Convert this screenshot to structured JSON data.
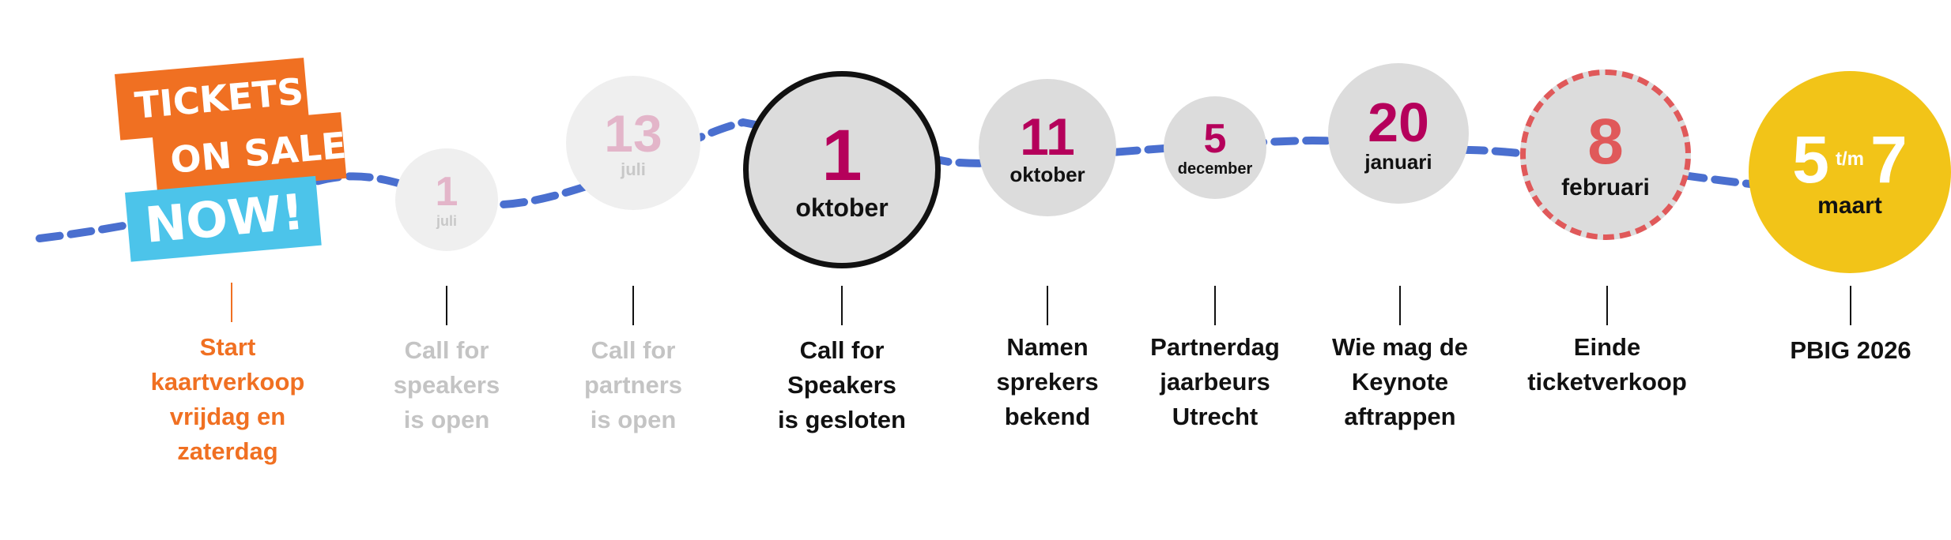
{
  "banner": {
    "line1": "TICKETS",
    "line2": "ON SALE",
    "line3": "NOW!"
  },
  "colors": {
    "path": "#4a6fcf",
    "orange": "#f07022",
    "magenta": "#b5005b",
    "faded_text": "#bdbdbd",
    "circle_grey": "#dcdcdc",
    "yellow": "#f2c418",
    "dashed_red": "#e0595a",
    "number_red": "#e0595a"
  },
  "milestones": [
    {
      "label_lines": [
        "Start",
        "kaartverkoop",
        "vrijdag en",
        "zaterdag"
      ]
    },
    {
      "number": "1",
      "month": "juli",
      "label_lines": [
        "Call for",
        "speakers",
        "is open"
      ]
    },
    {
      "number": "13",
      "month": "juli",
      "label_lines": [
        "Call for",
        "partners",
        "is open"
      ]
    },
    {
      "number": "1",
      "month": "oktober",
      "label_lines": [
        "Call for",
        "Speakers",
        "is gesloten"
      ]
    },
    {
      "number": "11",
      "month": "oktober",
      "label_lines": [
        "Namen",
        "sprekers",
        "bekend"
      ]
    },
    {
      "number": "5",
      "month": "december",
      "label_lines": [
        "Partnerdag",
        "jaarbeurs",
        "Utrecht"
      ]
    },
    {
      "number": "20",
      "month": "januari",
      "label_lines": [
        "Wie mag de",
        "Keynote",
        "aftrappen"
      ]
    },
    {
      "number": "8",
      "month": "februari",
      "label_lines": [
        "Einde",
        "ticketverkoop"
      ]
    },
    {
      "number_start": "5",
      "range_sep": "t/m",
      "number_end": "7",
      "month": "maart",
      "label_lines": [
        "PBIG 2026"
      ]
    }
  ]
}
